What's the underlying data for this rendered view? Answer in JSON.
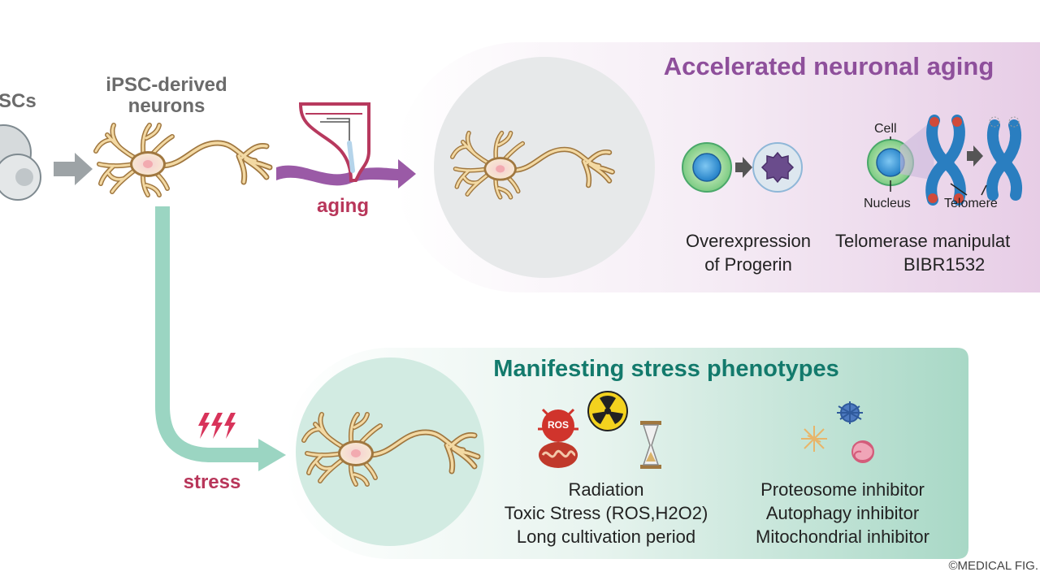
{
  "left": {
    "ipsc_label": "SCs",
    "neurons_label_line1": "iPSC-derived",
    "neurons_label_line2": "neurons"
  },
  "aging": {
    "arrow_label": "aging",
    "title": "Accelerated neuronal aging",
    "cell_label": "Cell",
    "nucleus_label": "Nucleus",
    "telomere_label": "Telomere",
    "progerin_line1": "Overexpression",
    "progerin_line2": "of Progerin",
    "telomerase_line1": "Telomerase manipulat",
    "telomerase_line2": "BIBR1532"
  },
  "stress": {
    "arrow_label": "stress",
    "title": "Manifesting stress phenotypes",
    "ros_badge": "ROS",
    "env_line1": "Radiation",
    "env_line2": "Toxic Stress (ROS,H2O2)",
    "env_line3": "Long cultivation period",
    "inhib_line1": "Proteosome inhibitor",
    "inhib_line2": "Autophagy inhibitor",
    "inhib_line3": "Mitochondrial inhibitor"
  },
  "copyright": "©MEDICAL FIG.",
  "colors": {
    "aging_purple": "#8e4f9b",
    "stress_teal": "#137a6c",
    "label_red": "#b8365a",
    "neuron_brown": "#a0773f"
  }
}
